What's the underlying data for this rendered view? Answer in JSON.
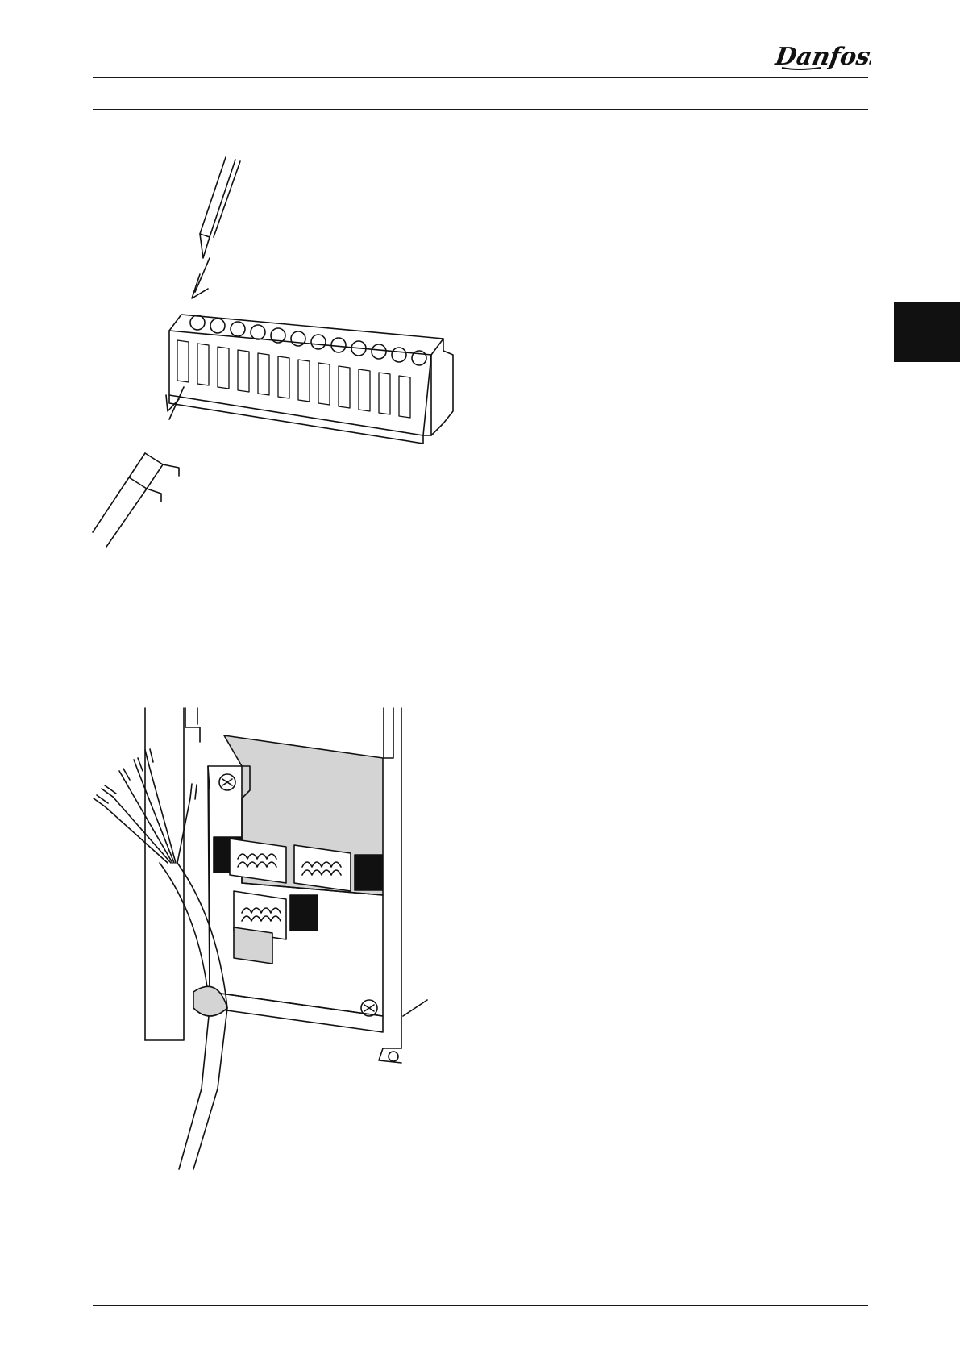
{
  "header": {
    "brand_logo_text": "Danfoss"
  },
  "figures": [
    {
      "icon": "terminal-block-wiring-illustration"
    },
    {
      "icon": "cable-clamp-screen-termination-illustration"
    }
  ],
  "colors": {
    "rule": "#1a1a1a",
    "chapter_tab": "#111111",
    "panel_grey": "#d4d4d4"
  }
}
